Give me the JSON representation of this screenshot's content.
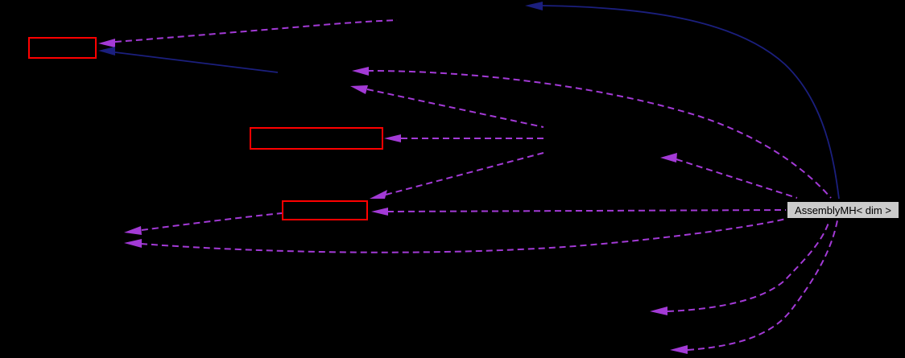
{
  "diagram": {
    "type": "collaboration-graph",
    "current_node": {
      "label": "AssemblyMH< dim >"
    },
    "red_nodes": [
      {
        "id": "red-node-top-left",
        "label": ""
      },
      {
        "id": "red-node-middle",
        "label": ""
      },
      {
        "id": "red-node-lower",
        "label": ""
      }
    ],
    "edge_summary": {
      "dashed_usage_edges": 11,
      "solid_inheritance_edges": 2
    },
    "edge_styles": {
      "usage": "dashed",
      "inheritance": "solid"
    },
    "colors": {
      "background": "#000000",
      "usage-edge": "#A33AD6",
      "inheritance-edge": "#1B1F7E",
      "truncated-border": "#FF0000",
      "current-node-fill": "#CBCBCB",
      "current-node-border": "#000000",
      "current-node-text": "#000000"
    }
  }
}
